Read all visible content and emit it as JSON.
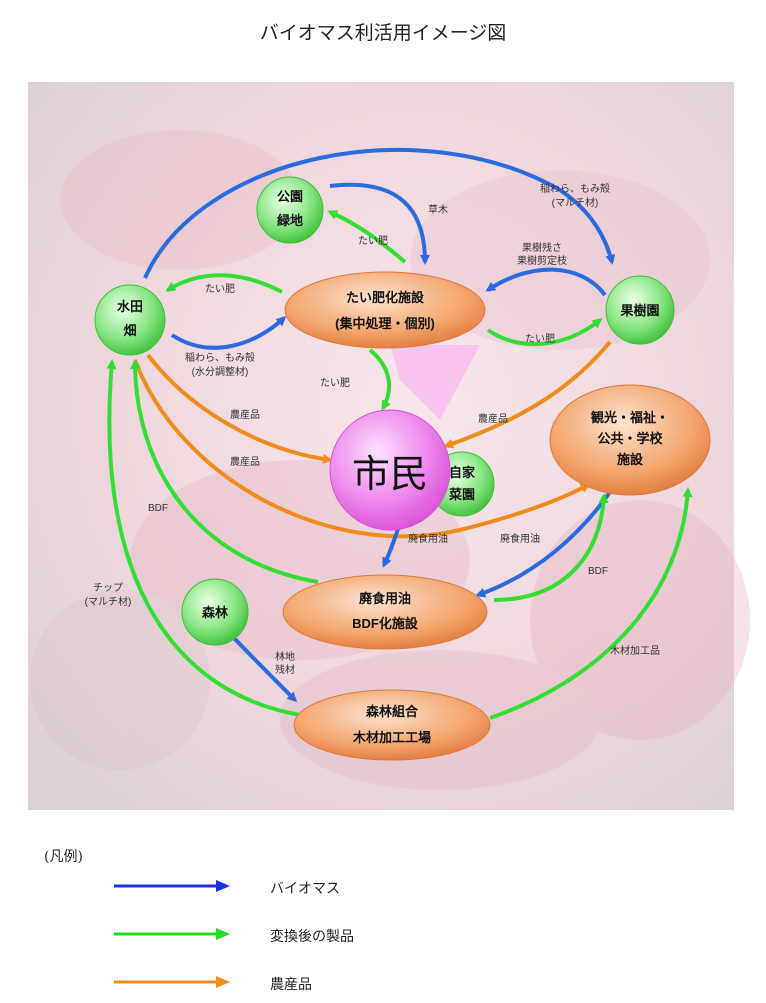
{
  "title": "バイオマス利活用イメージ図",
  "nodes": {
    "park": [
      "公園",
      "緑地"
    ],
    "paddy": [
      "水田",
      "畑"
    ],
    "orchard": "果樹園",
    "compost": [
      "たい肥化施設",
      "(集中処理・個別)"
    ],
    "citizen": "市民",
    "homegarden": [
      "自家",
      "菜園"
    ],
    "tourism": [
      "観光・福祉・",
      "公共・学校",
      "施設"
    ],
    "forest": "森林",
    "bdf": [
      "廃食用油",
      "BDF化施設"
    ],
    "lumber": [
      "森林組合",
      "木材加工工場"
    ]
  },
  "labels": {
    "grass": "草木",
    "compost_park": "たい肥",
    "compost_paddy": "たい肥",
    "compost_orchard": "たい肥",
    "compost_citizen": "たい肥",
    "straw_orchard": [
      "稲わら、もみ殻",
      "(マルチ材)"
    ],
    "straw_paddy": [
      "稲わら、もみ殻",
      "(水分調整材)"
    ],
    "orchard_waste": [
      "果樹残さ",
      "果樹剪定枝"
    ],
    "produce_paddy": "農産品",
    "produce_paddy2": "農産品",
    "produce_orchard": "農産品",
    "bdf_paddy": "BDF",
    "bdf_tourism": "BDF",
    "chip": [
      "チップ",
      "(マルチ材)"
    ],
    "waste_oil_citizen": "廃食用油",
    "waste_oil_tourism": "廃食用油",
    "forest_residue": [
      "林地",
      "残材"
    ],
    "wood_products": "木材加工品"
  },
  "legend": {
    "heading": "(凡例)",
    "items": [
      {
        "label": "バイオマス",
        "color": "#1e32e6"
      },
      {
        "label": "変換後の製品",
        "color": "#22dd22"
      },
      {
        "label": "農産品",
        "color": "#f08c1e"
      }
    ]
  },
  "colors": {
    "biomass": "#2a6be0",
    "product": "#33dd33",
    "produce": "#f08c1e"
  }
}
